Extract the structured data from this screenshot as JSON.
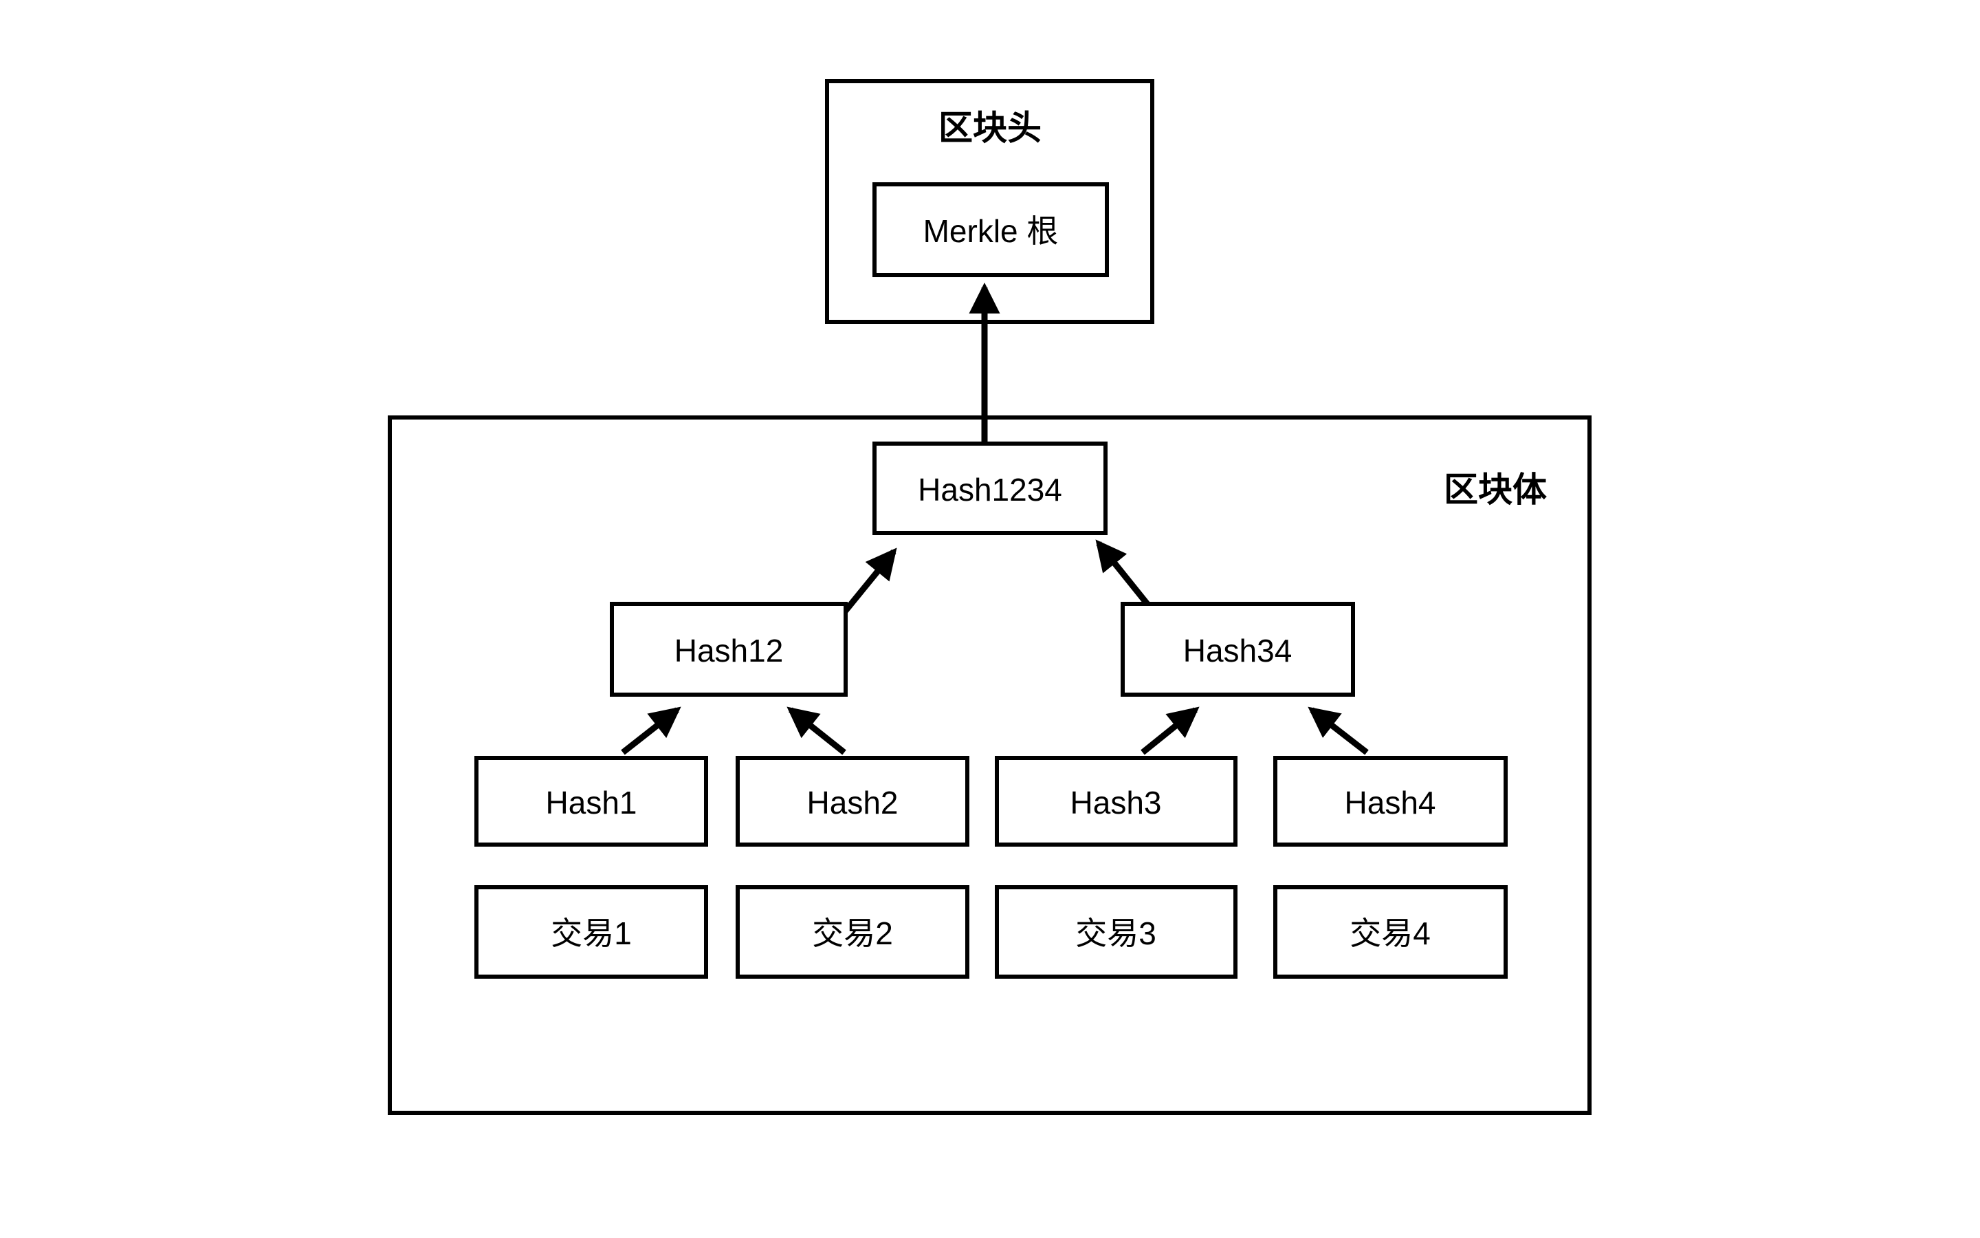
{
  "diagram": {
    "title_text": "",
    "background_color": "#ffffff",
    "stroke_color": "#000000",
    "fill_color": "#ffffff",
    "containers": {
      "block_header": {
        "label": "区块头",
        "label_position": "top-center"
      },
      "block_body": {
        "label": "区块体",
        "label_position": "top-right"
      }
    },
    "nodes": {
      "merkle_root": {
        "label": "Merkle 根"
      },
      "hash1234": {
        "label": "Hash1234"
      },
      "hash12": {
        "label": "Hash12"
      },
      "hash34": {
        "label": "Hash34"
      },
      "hash1": {
        "label": "Hash1"
      },
      "hash2": {
        "label": "Hash2"
      },
      "hash3": {
        "label": "Hash3"
      },
      "hash4": {
        "label": "Hash4"
      },
      "tx1": {
        "label": "交易1"
      },
      "tx2": {
        "label": "交易2"
      },
      "tx3": {
        "label": "交易3"
      },
      "tx4": {
        "label": "交易4"
      }
    },
    "edges": [
      {
        "name": "hash1234-to-merkle-root",
        "from": "hash1234",
        "to": "merkle_root",
        "style": "arrow"
      },
      {
        "name": "hash12-to-hash1234",
        "from": "hash12",
        "to": "hash1234",
        "style": "arrow"
      },
      {
        "name": "hash34-to-hash1234",
        "from": "hash34",
        "to": "hash1234",
        "style": "arrow"
      },
      {
        "name": "hash1-to-hash12",
        "from": "hash1",
        "to": "hash12",
        "style": "arrow"
      },
      {
        "name": "hash2-to-hash12",
        "from": "hash2",
        "to": "hash12",
        "style": "arrow"
      },
      {
        "name": "hash3-to-hash34",
        "from": "hash3",
        "to": "hash34",
        "style": "arrow"
      },
      {
        "name": "hash4-to-hash34",
        "from": "hash4",
        "to": "hash34",
        "style": "arrow"
      }
    ]
  }
}
